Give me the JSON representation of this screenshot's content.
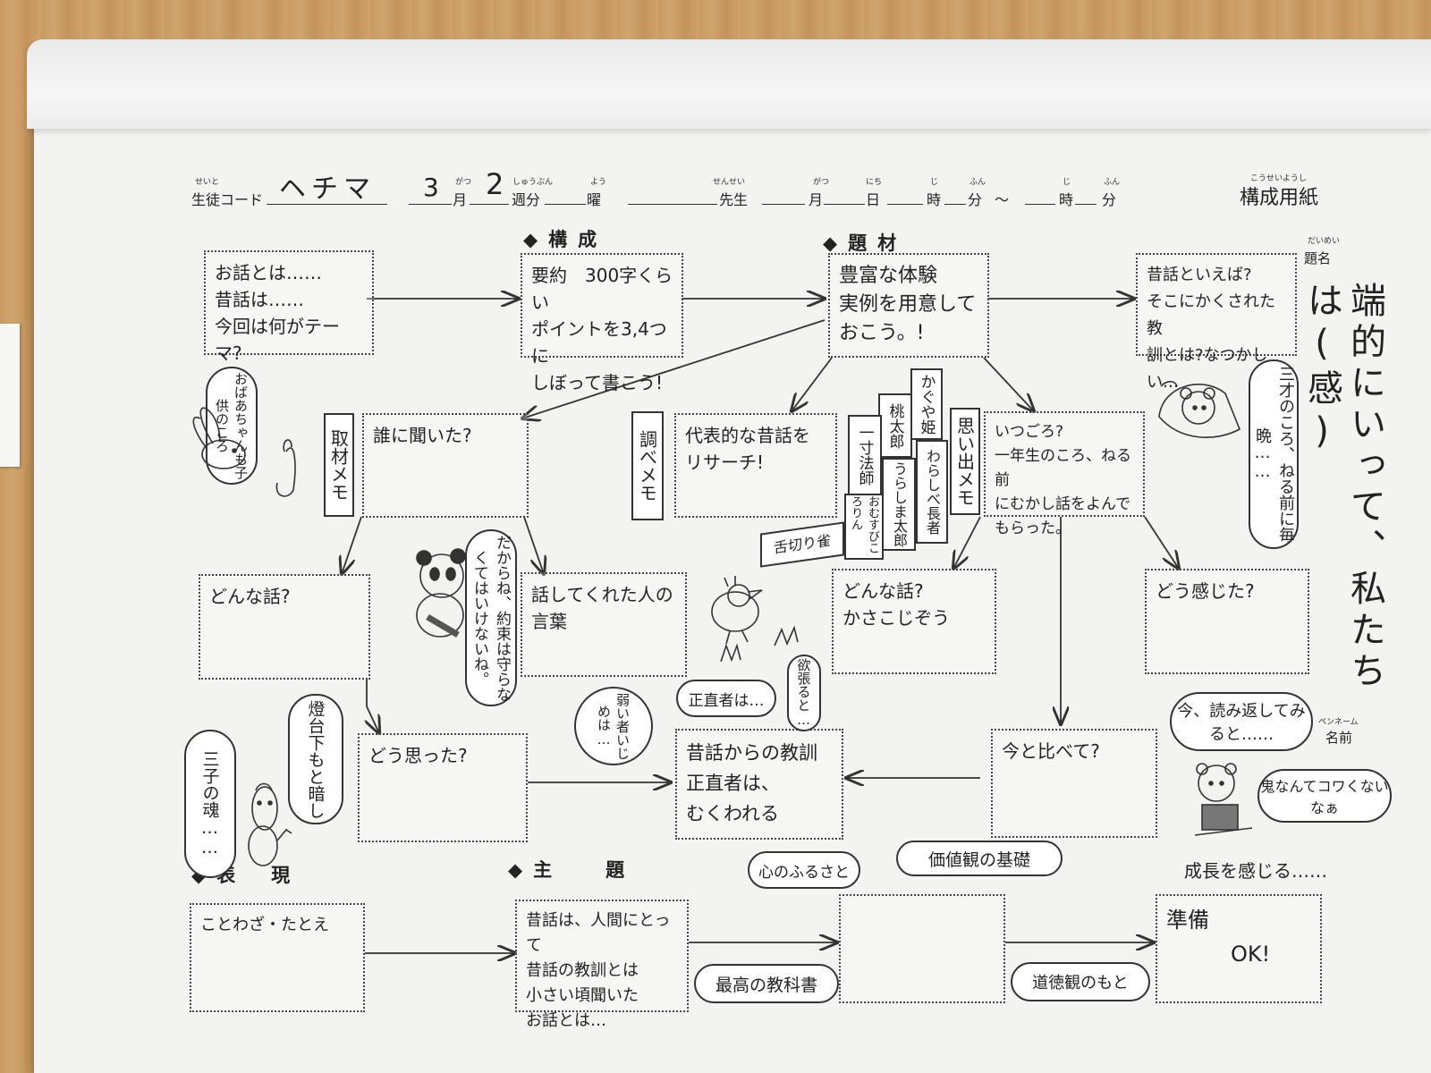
{
  "header": {
    "student_code_label": "生徒コード",
    "student_code_ruby": "せいと",
    "student_code_value": "ヘチマ",
    "month_value": "3",
    "month_label": "月",
    "month_ruby": "がつ",
    "week_value": "2",
    "week_label": "週分",
    "week_ruby": "しゅうぶん",
    "weekday_label": "曜",
    "weekday_ruby": "よう",
    "teacher_label": "先生",
    "teacher_ruby": "せんせい",
    "date_month_label": "月",
    "date_month_ruby": "がつ",
    "day_label": "日",
    "day_ruby": "にち",
    "hour_label": "時",
    "hour_ruby": "じ",
    "min_label": "分",
    "min_ruby": "ふん",
    "tilde": "～",
    "hour2_label": "時",
    "hour2_ruby": "じ",
    "min2_label": "分",
    "min2_ruby": "ふん",
    "form_title": "構成用紙",
    "form_title_ruby": "こうせいようし"
  },
  "title_panel": {
    "label": "題名",
    "label_ruby": "だいめい",
    "title": "端的にいって、私たちは(感)",
    "pen_label": "名前",
    "pen_ruby": "ペンネーム"
  },
  "sections": {
    "kosei": "構成",
    "daizai": "題材",
    "hyogen": "表現",
    "shudai": "主題"
  },
  "boxes": {
    "intro": "お話とは……\n昔話は……\n今回は何がテーマ?",
    "youyaku": "要約　300字くらい\nポイントを3,4つに\nしぼって書こう!",
    "hofu": "豊富な体験\n実例を用意して\nおこう。!",
    "mukashi": "昔話といえば?\nそこにかくされた教\n訓とは?なつかしい…",
    "dare": "誰に聞いた?",
    "daihyo": "代表的な昔話を\nリサーチ!",
    "itsugoro": "いつごろ?\n一年生のころ、ねる前\nにむかし話をよんで\nもらった。",
    "donna1": "どんな話?",
    "hanashite": "話してくれた人の言葉",
    "donna2": "どんな話?\nかさこじぞう",
    "doukanji": "どう感じた?",
    "doomotta": "どう思った?",
    "kyokun": "昔話からの教訓\n正直者は、\nむくわれる",
    "imato": "今と比べて?",
    "kotowaza": "ことわざ・たとえ",
    "shudai_box": "昔話は、人間にとって\n昔話の教訓とは\n小さい頃聞いた\nお話とは…",
    "empty": "",
    "junbi": "準備\n　　　OK!"
  },
  "tags": {
    "shuzai": "取材メモ",
    "shirabe": "調べメモ",
    "omoide": "思い出メモ",
    "kaguya": "かぐや姫",
    "momotaro": "桃太郎",
    "issun": "一寸法師",
    "warashibe": "わらしべ長者",
    "urashima": "うらしま太郎",
    "omusubi": "おむすびころりん",
    "shitakiri": "舌切り雀"
  },
  "bubbles": {
    "obaachan": "おばあちゃんも子供のころ",
    "takarane": "だからね、約束は守らなくてはいけないね。",
    "sanko": "三才のころ、ねる前に毎晩……",
    "shojiki": "正直者は…",
    "yokubari": "欲張ると…",
    "jakusha": "弱い者いじめは…",
    "mitsugo": "三子の魂……",
    "todai": "燈台下もと暗し",
    "imayomi": "今、読み返してみると……",
    "oni": "鬼なんてコワくないなぁ",
    "seicho": "成長を感じる……",
    "kachikan": "価値観の基礎",
    "kokoro": "心のふるさと",
    "saiko": "最高の教科書",
    "dotoku": "道徳観のもと"
  },
  "icons": [
    "rabbit-doodle",
    "panda-doodle",
    "bird-doodle",
    "snail-doodle",
    "bear-in-bed-doodle",
    "bear-reading-doodle"
  ]
}
